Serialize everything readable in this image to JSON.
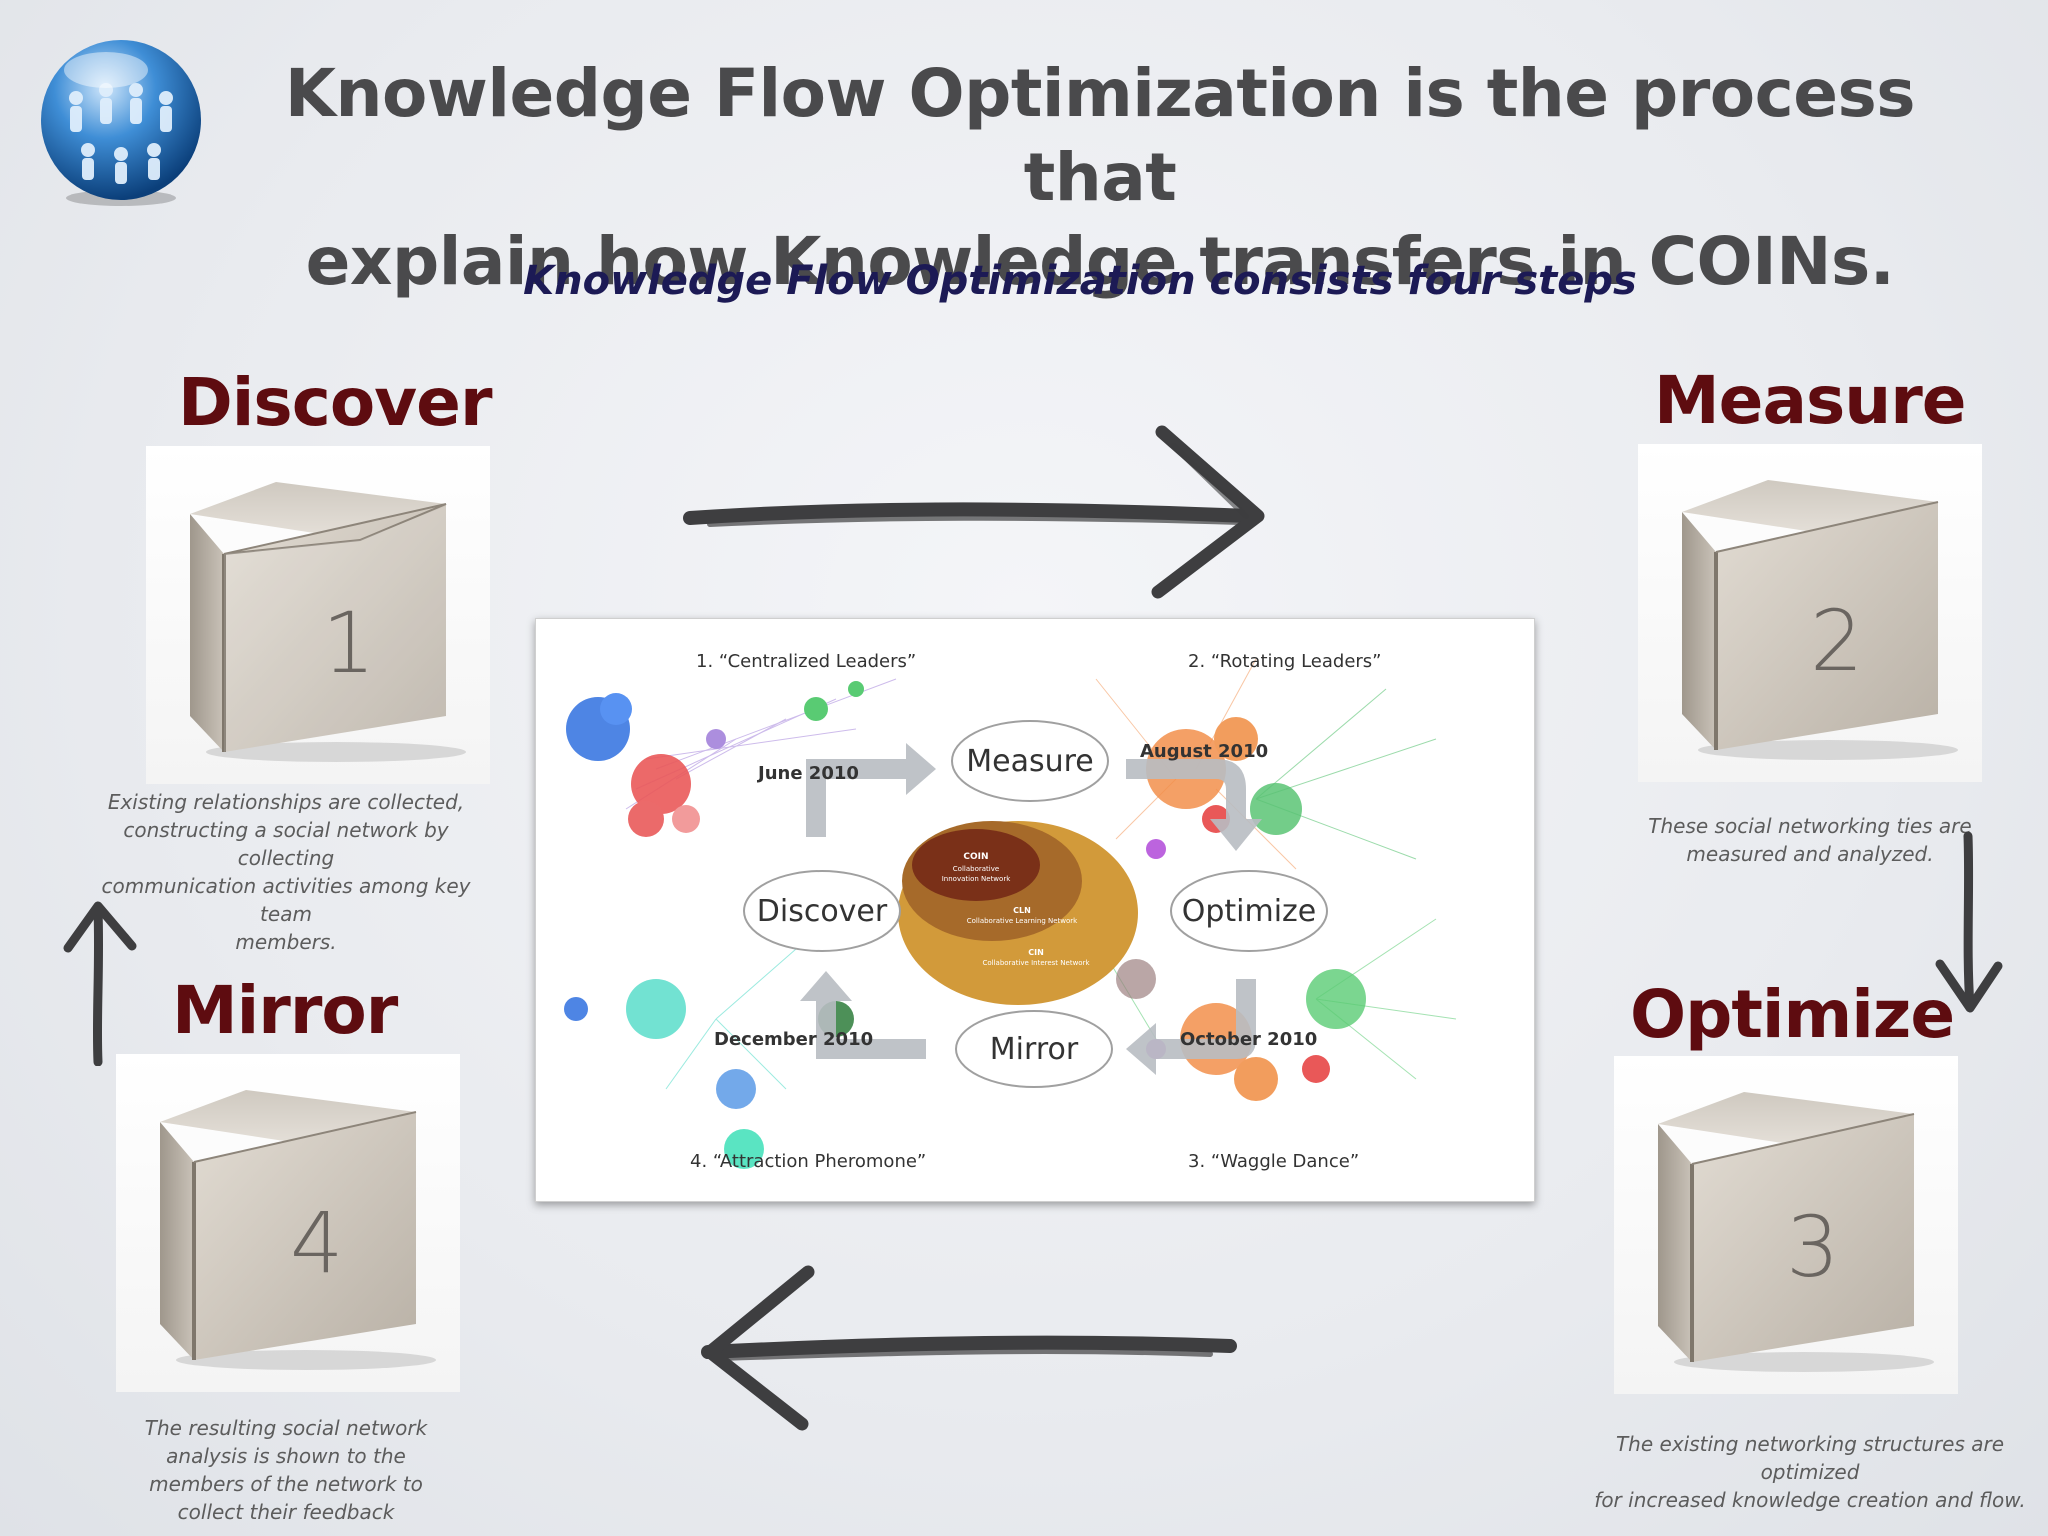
{
  "slide": {
    "title_line1": "Knowledge Flow Optimization is the process that",
    "title_line2": "explain how Knowledge transfers in COINs.",
    "subtitle": "Knowledge Flow Optimization consists four steps"
  },
  "steps": {
    "discover": {
      "title": "Discover",
      "number": "1",
      "desc_lines": [
        "Existing relationships are collected,",
        "constructing a social network by collecting",
        "communication activities among key team",
        "members."
      ]
    },
    "measure": {
      "title": "Measure",
      "number": "2",
      "desc_lines": [
        "These social networking ties are",
        "measured and analyzed."
      ]
    },
    "optimize": {
      "title": "Optimize",
      "number": "3",
      "desc_lines": [
        "The existing networking structures are optimized",
        "for increased knowledge creation and flow."
      ]
    },
    "mirror": {
      "title": "Mirror",
      "number": "4",
      "desc_lines": [
        "The resulting social network",
        "analysis is shown to the",
        "members of the network to",
        "collect their feedback"
      ]
    }
  },
  "diagram": {
    "quadrants": {
      "q1": "1.  “Centralized Leaders”",
      "q2": "2. “Rotating Leaders”",
      "q3": "3. “Waggle Dance”",
      "q4": "4. “Attraction Pheromone”"
    },
    "dates": {
      "june": "June 2010",
      "august": "August 2010",
      "october": "October 2010",
      "december": "December 2010"
    },
    "cycle": {
      "measure": "Measure",
      "optimize": "Optimize",
      "mirror": "Mirror",
      "discover": "Discover"
    },
    "rings": {
      "coin": "COIN",
      "coin_sub1": "Collaborative",
      "coin_sub2": "Innovation Network",
      "cln": "CLN",
      "cln_sub": "Collaborative Learning Network",
      "cin": "CIN",
      "cin_sub": "Collaborative Interest Network"
    }
  },
  "colors": {
    "title": "#4a4a4c",
    "subtitle": "#1c1a55",
    "step_title": "#5e0c10",
    "desc": "#5c5c5c",
    "arrow": "#3e3e40"
  }
}
